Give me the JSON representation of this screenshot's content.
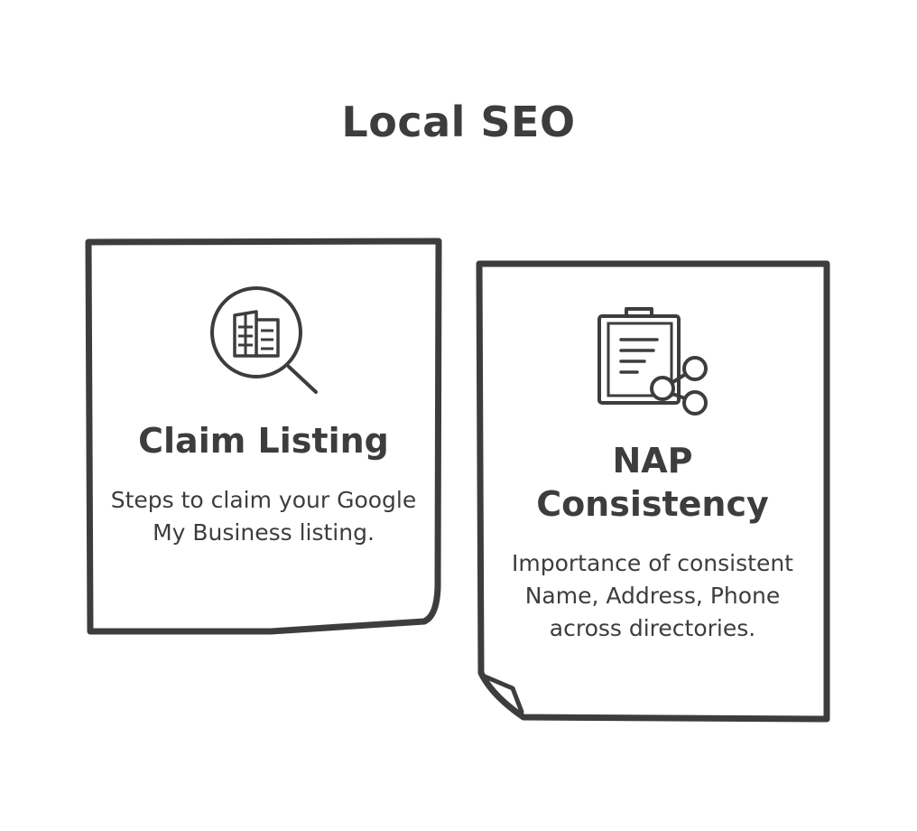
{
  "title": "Local SEO",
  "cards": [
    {
      "title": "Claim Listing",
      "description": "Steps to claim your Google My Business listing.",
      "icon": "search-listing-icon"
    },
    {
      "title": "NAP Consistency",
      "description": "Importance of consistent Name, Address, Phone across directories.",
      "icon": "clipboard-share-icon"
    }
  ],
  "colors": {
    "stroke": "#3d3d3d",
    "background": "#ffffff"
  }
}
